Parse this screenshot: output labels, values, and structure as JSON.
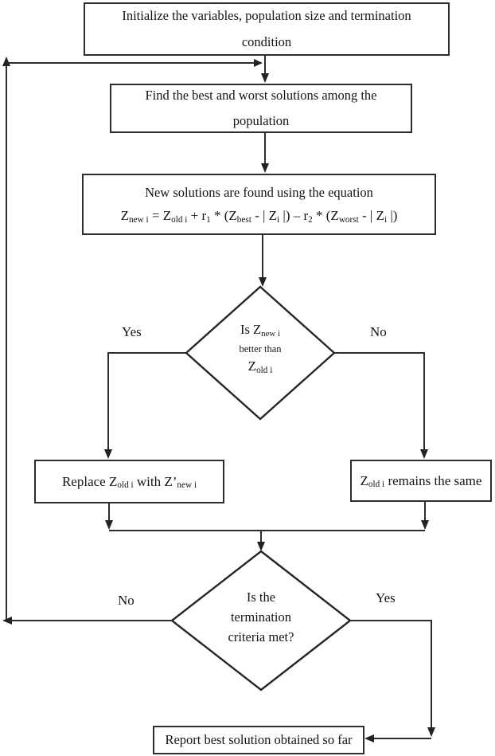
{
  "diagram": {
    "background_color": "#ffffff",
    "line_color": "#2d2d2d",
    "text_color": "#151515"
  },
  "nodes": {
    "init": {
      "line1": "Initialize the variables, population size and termination",
      "line2": "condition"
    },
    "find_best_worst": {
      "line1": "Find the best and worst solutions among the",
      "line2": "population"
    },
    "new_solutions": {
      "line1": "New solutions are found using the equation",
      "formula": [
        {
          "t": "Z"
        },
        {
          "sub": "new i"
        },
        {
          "t": " = Z"
        },
        {
          "sub": "old i"
        },
        {
          "t": " + r"
        },
        {
          "sub": "1"
        },
        {
          "t": " * (Z"
        },
        {
          "sub": "best"
        },
        {
          "t": " - | Z"
        },
        {
          "sub": "i"
        },
        {
          "t": " |) – r"
        },
        {
          "sub": "2"
        },
        {
          "t": " * (Z"
        },
        {
          "sub": "worst"
        },
        {
          "t": "  - | Z"
        },
        {
          "sub": "i"
        },
        {
          "t": " |)"
        }
      ]
    },
    "decision_better": {
      "line1": [
        {
          "t": "Is Z"
        },
        {
          "sub": "new i"
        }
      ],
      "line2": "better than",
      "line3": [
        {
          "t": "Z"
        },
        {
          "sub": "old i"
        }
      ]
    },
    "replace": {
      "text": [
        {
          "t": "Replace Z"
        },
        {
          "sub": "old i"
        },
        {
          "t": " with Z’"
        },
        {
          "sub": "new i"
        }
      ]
    },
    "remains": {
      "text": [
        {
          "t": "Z"
        },
        {
          "sub": "old i"
        },
        {
          "t": " remains the same"
        }
      ]
    },
    "decision_termination": {
      "line1": "Is the",
      "line2": "termination",
      "line3": "criteria met?"
    },
    "report": {
      "text": "Report best solution obtained so far"
    }
  },
  "edge_labels": {
    "better_yes": "Yes",
    "better_no": "No",
    "termination_no": "No",
    "termination_yes": "Yes"
  }
}
